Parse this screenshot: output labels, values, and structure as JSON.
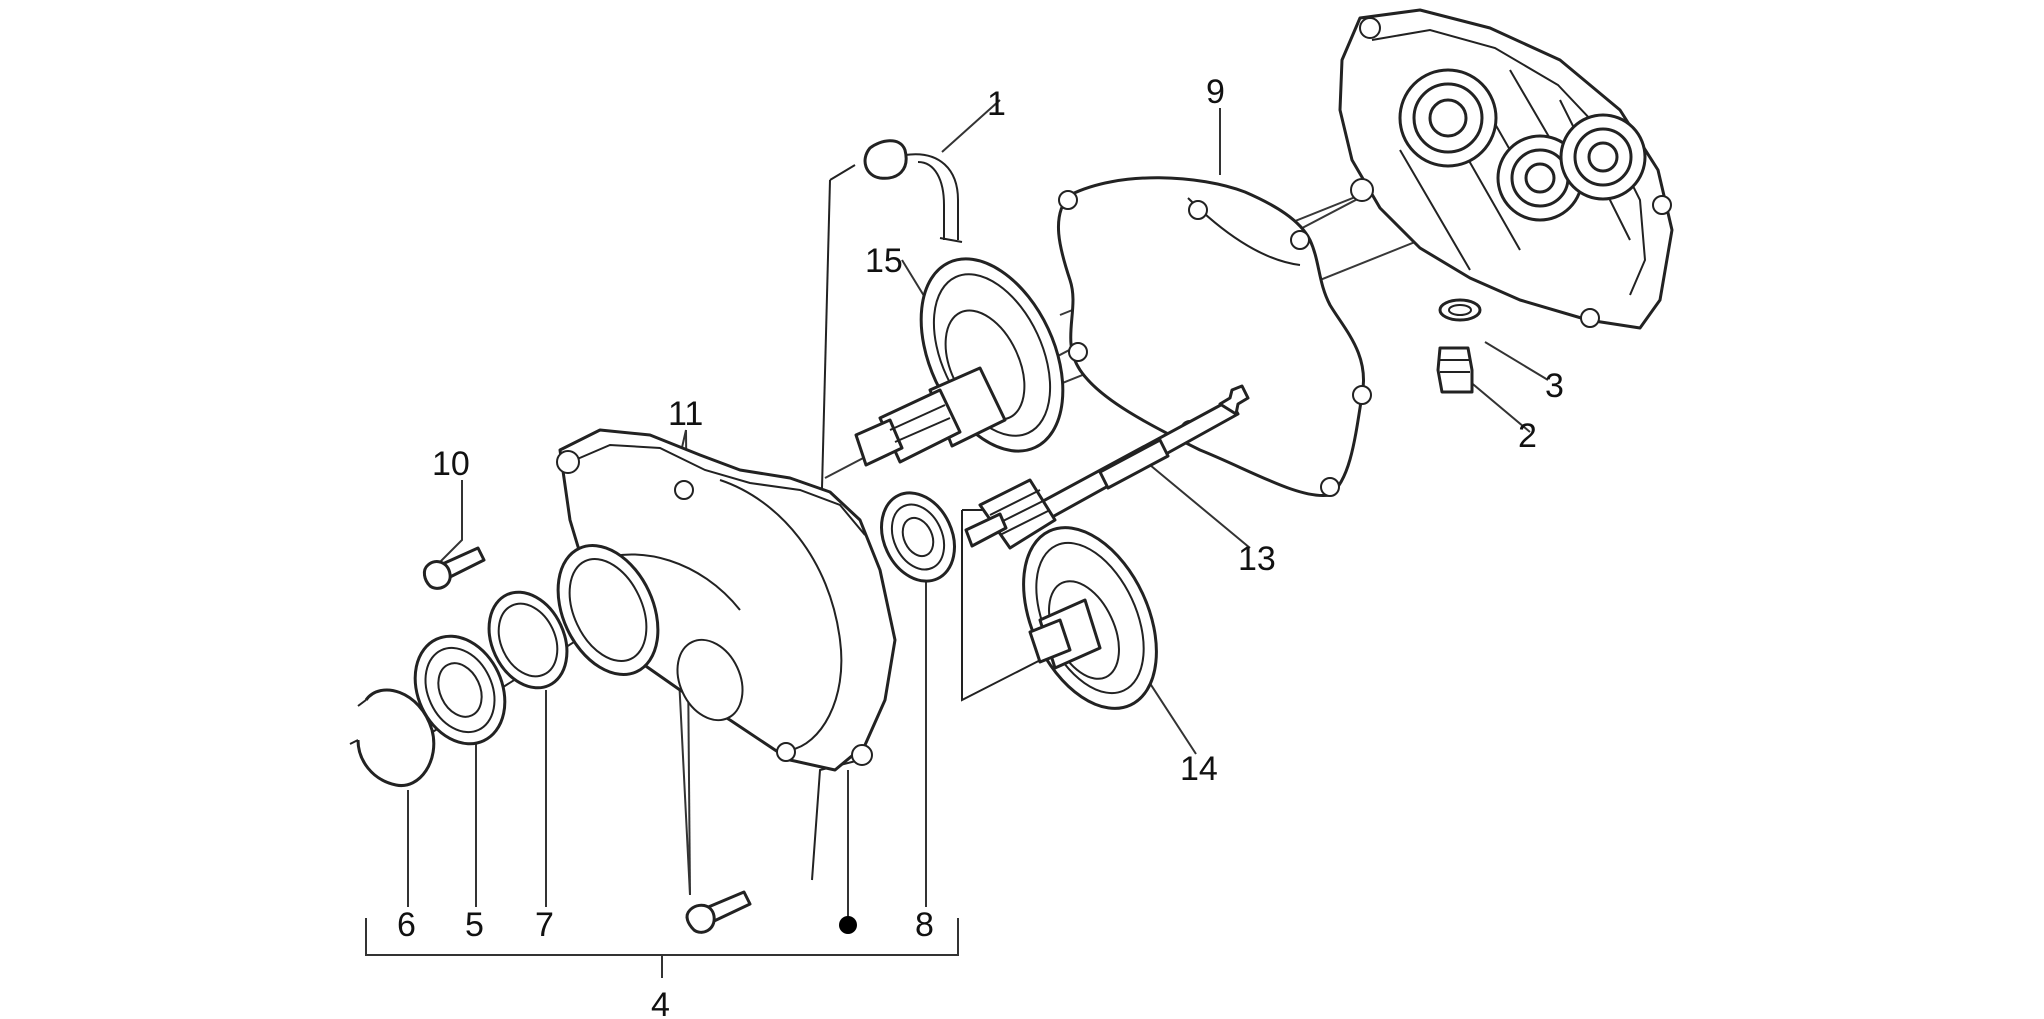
{
  "diagram": {
    "type": "exploded-parts-view",
    "colors": {
      "ink": "#222222",
      "background": "#ffffff",
      "marker": "#000000"
    },
    "callouts": [
      {
        "id": "c1",
        "label": "1"
      },
      {
        "id": "c2",
        "label": "2"
      },
      {
        "id": "c3",
        "label": "3"
      },
      {
        "id": "c4",
        "label": "4"
      },
      {
        "id": "c5",
        "label": "5"
      },
      {
        "id": "c6",
        "label": "6"
      },
      {
        "id": "c7",
        "label": "7"
      },
      {
        "id": "c8",
        "label": "8"
      },
      {
        "id": "c9",
        "label": "9"
      },
      {
        "id": "c10",
        "label": "10"
      },
      {
        "id": "c11",
        "label": "11"
      },
      {
        "id": "c13",
        "label": "13"
      },
      {
        "id": "c14",
        "label": "14"
      },
      {
        "id": "c15",
        "label": "15"
      }
    ]
  }
}
